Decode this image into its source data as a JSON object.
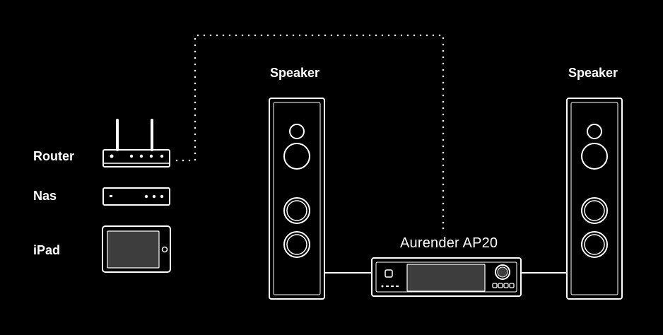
{
  "colors": {
    "background": "#000000",
    "foreground": "#ffffff",
    "screen": "#3d3d3d"
  },
  "devices": {
    "router": {
      "label": "Router",
      "icon": "router-icon"
    },
    "nas": {
      "label": "Nas",
      "icon": "nas-icon"
    },
    "ipad": {
      "label": "iPad",
      "icon": "tablet-icon"
    },
    "speaker_left": {
      "label": "Speaker",
      "icon": "floor-speaker-icon"
    },
    "speaker_right": {
      "label": "Speaker",
      "icon": "floor-speaker-icon"
    },
    "player": {
      "label": "Aurender AP20",
      "icon": "music-server-icon"
    }
  },
  "connections": [
    {
      "from": "router",
      "to": "player",
      "style": "dotted"
    },
    {
      "from": "speaker_left",
      "to": "player",
      "style": "solid"
    },
    {
      "from": "player",
      "to": "speaker_right",
      "style": "solid"
    }
  ]
}
